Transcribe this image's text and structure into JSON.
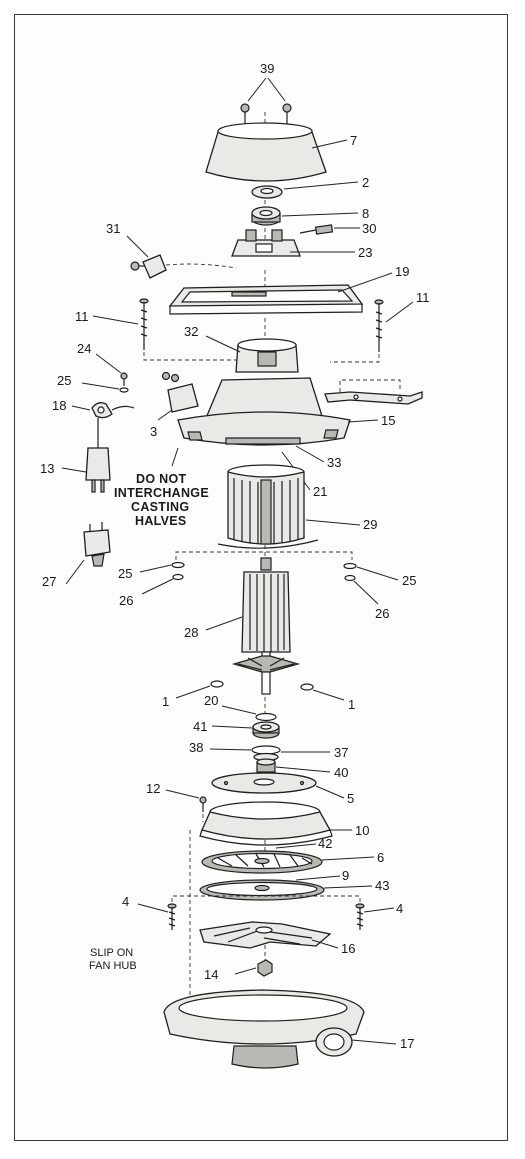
{
  "labels": {
    "l39": "39",
    "l7": "7",
    "l2": "2",
    "l8": "8",
    "l30": "30",
    "l31": "31",
    "l23": "23",
    "l19": "19",
    "l11a": "11",
    "l11b": "11",
    "l32": "32",
    "l24": "24",
    "l25a": "25",
    "l18": "18",
    "l3": "3",
    "l15": "15",
    "l13": "13",
    "l33": "33",
    "l21": "21",
    "l29": "29",
    "l27": "27",
    "l25b": "25",
    "l25c": "25",
    "l26a": "26",
    "l26b": "26",
    "l28": "28",
    "l1a": "1",
    "l1b": "1",
    "l20": "20",
    "l41": "41",
    "l38": "38",
    "l37": "37",
    "l40": "40",
    "l5": "5",
    "l12": "12",
    "l10": "10",
    "l42": "42",
    "l6": "6",
    "l9": "9",
    "l43": "43",
    "l4a": "4",
    "l4b": "4",
    "l16": "16",
    "l14": "14",
    "l17": "17"
  },
  "notes": {
    "casting_line1": "DO NOT",
    "casting_line2": "INTERCHANGE",
    "casting_line3": "CASTING",
    "casting_line4": "HALVES",
    "fan_line1": "SLIP ON",
    "fan_line2": "FAN HUB"
  }
}
